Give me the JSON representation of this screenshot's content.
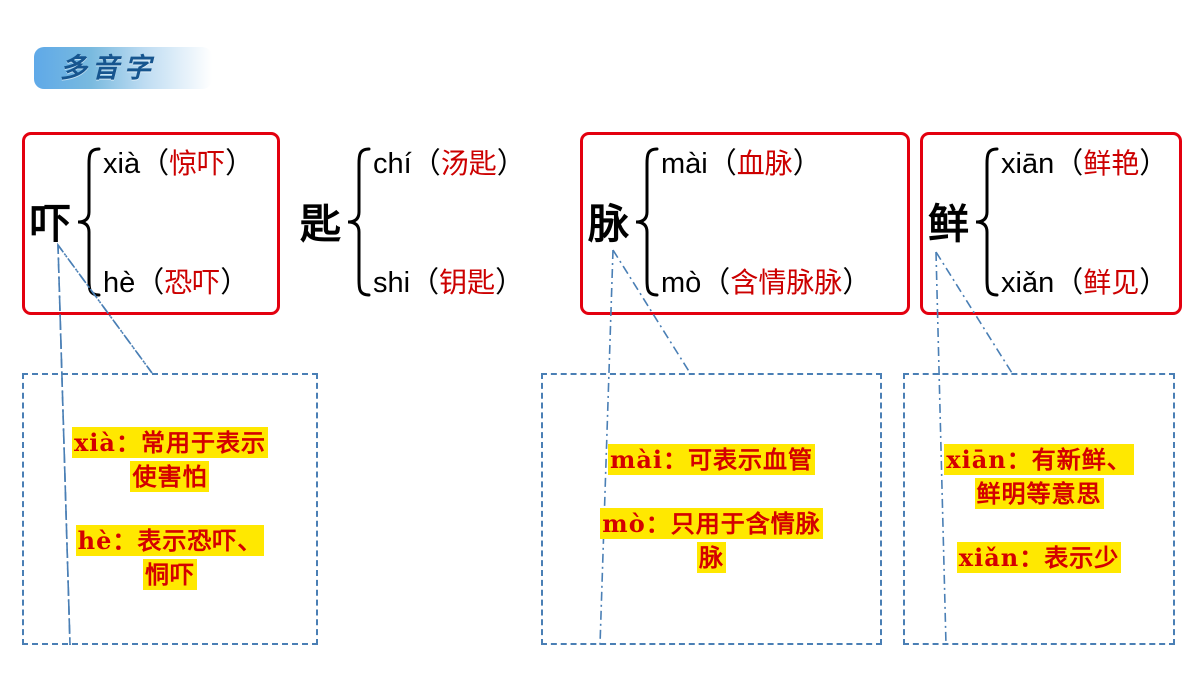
{
  "header": {
    "title": "多音字"
  },
  "colors": {
    "box_border": "#e3000f",
    "word_red": "#cc0000",
    "note_red": "#d40000",
    "highlight": "#ffe800",
    "connector": "#4a7fb5",
    "banner_blue": "#5fa9e8",
    "title_text": "#16558f"
  },
  "groups": [
    {
      "character": "吓",
      "boxed": true,
      "readings": [
        {
          "pinyin": "xià",
          "open": "（",
          "word": "惊吓",
          "close": "）"
        },
        {
          "pinyin": "hè",
          "open": "（",
          "word": "恐吓",
          "close": "）"
        }
      ]
    },
    {
      "character": "匙",
      "boxed": false,
      "readings": [
        {
          "pinyin": "chí",
          "open": "（",
          "word": "汤匙",
          "close": "）"
        },
        {
          "pinyin": "shi",
          "open": "（",
          "word": "钥匙",
          "close": "）"
        }
      ]
    },
    {
      "character": "脉",
      "boxed": true,
      "readings": [
        {
          "pinyin": "mài",
          "open": "（",
          "word": "血脉",
          "close": "）"
        },
        {
          "pinyin": "mò",
          "open": "（",
          "word": "含情脉脉",
          "close": "）"
        }
      ]
    },
    {
      "character": "鲜",
      "boxed": true,
      "readings": [
        {
          "pinyin": "xiān",
          "open": "（",
          "word": "鲜艳",
          "close": "）"
        },
        {
          "pinyin": "xiǎn",
          "open": "（",
          "word": "鲜见",
          "close": "）"
        }
      ]
    }
  ],
  "notes": [
    {
      "for_character": "吓",
      "lines": [
        "xià：常用于表示",
        "使害怕"
      ],
      "lines2": [
        "hè：表示恐吓、",
        "恫吓"
      ]
    },
    {
      "for_character": "脉",
      "lines": [
        "mài：可表示血管"
      ],
      "lines2": [
        "mò：只用于含情脉",
        "脉"
      ]
    },
    {
      "for_character": "鲜",
      "lines": [
        "xiān：有新鲜、",
        "鲜明等意思"
      ],
      "lines2": [
        "xiǎn：表示少"
      ]
    }
  ]
}
